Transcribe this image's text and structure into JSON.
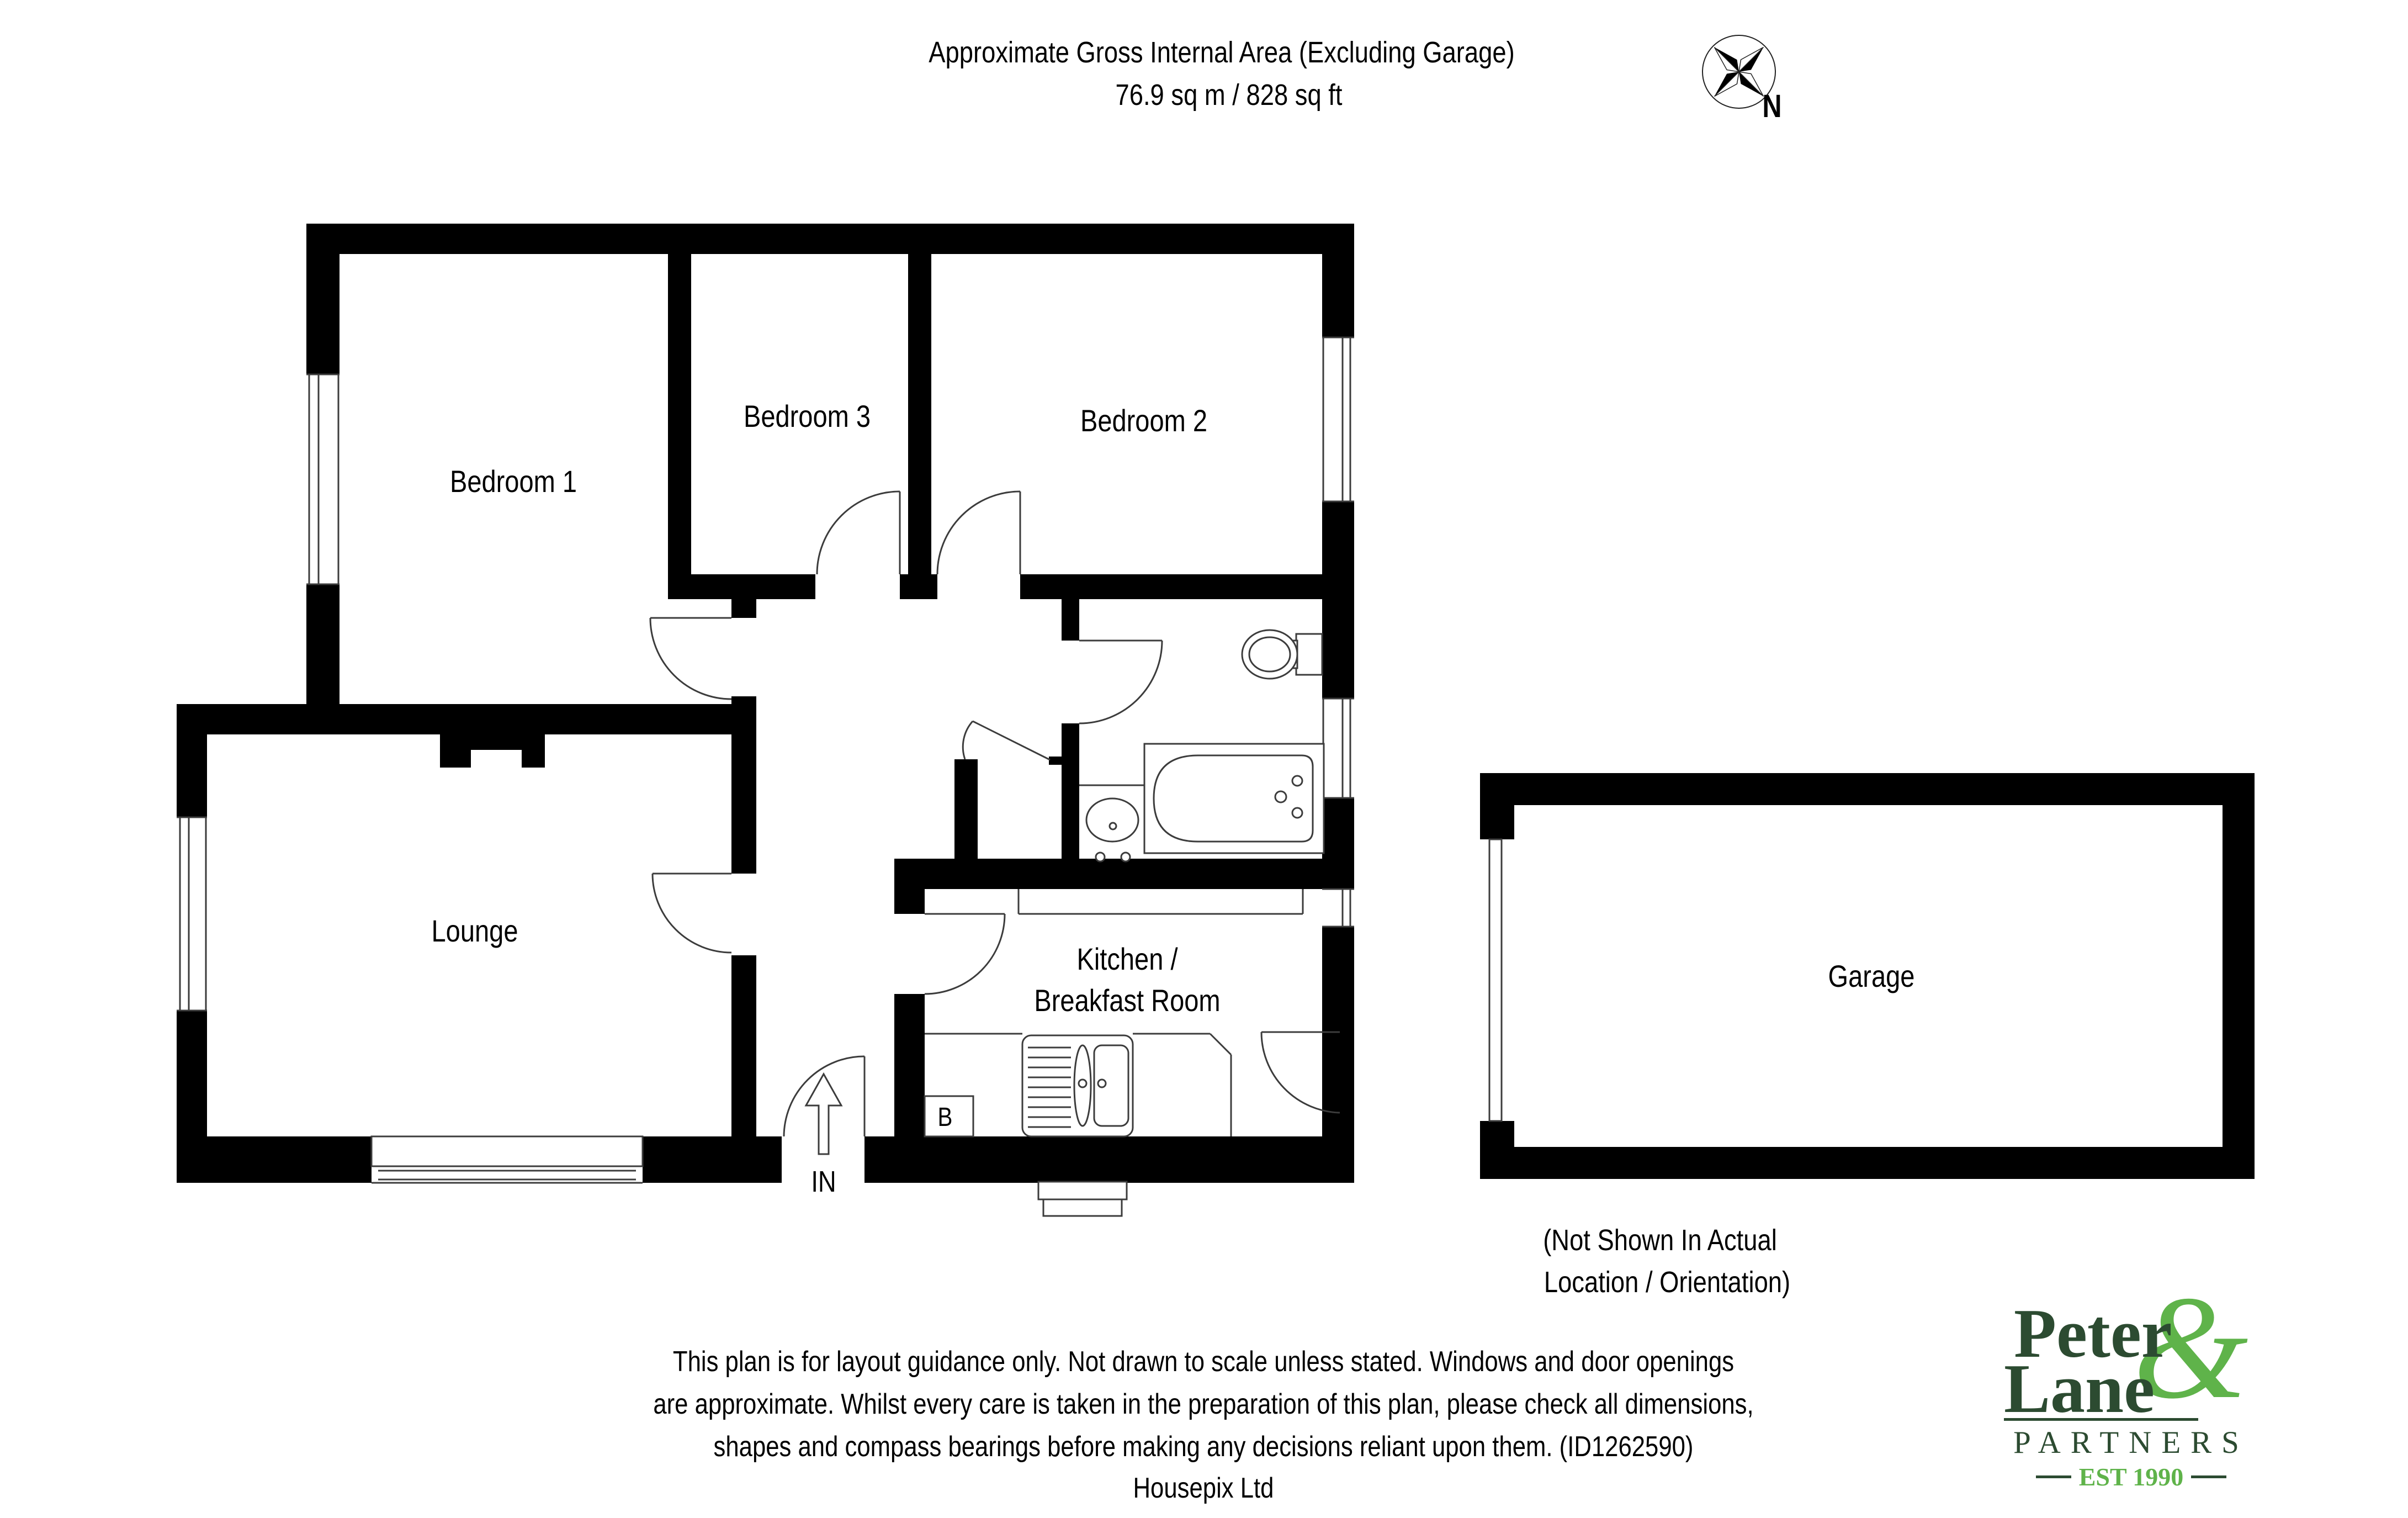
{
  "header": {
    "title_line1": "Approximate Gross Internal Area (Excluding Garage)",
    "title_line2": "76.9 sq m / 828 sq ft"
  },
  "compass": {
    "north_label": "N"
  },
  "rooms": {
    "bedroom1": "Bedroom 1",
    "bedroom3": "Bedroom 3",
    "bedroom2": "Bedroom 2",
    "lounge": "Lounge",
    "kitchen_line1": "Kitchen /",
    "kitchen_line2": "Breakfast Room",
    "garage": "Garage"
  },
  "annotations": {
    "boiler": "B",
    "entrance": "IN",
    "garage_note_line1": "(Not Shown In Actual",
    "garage_note_line2": "Location / Orientation)"
  },
  "footer": {
    "disclaimer_line1": "This plan is for layout guidance only. Not drawn to scale unless stated. Windows and door openings",
    "disclaimer_line2": "are approximate. Whilst every care is taken in the preparation of this plan, please check all dimensions,",
    "disclaimer_line3": "shapes and compass bearings before making any decisions reliant upon them. (ID1262590)",
    "disclaimer_line4": "Housepix Ltd"
  },
  "logo": {
    "word1": "Peter",
    "word2": "Lane",
    "ampersand": "&",
    "subtitle": "PARTNERS",
    "established": "EST 1990",
    "dark_green": "#2c4b31",
    "light_green": "#5fb34a"
  }
}
